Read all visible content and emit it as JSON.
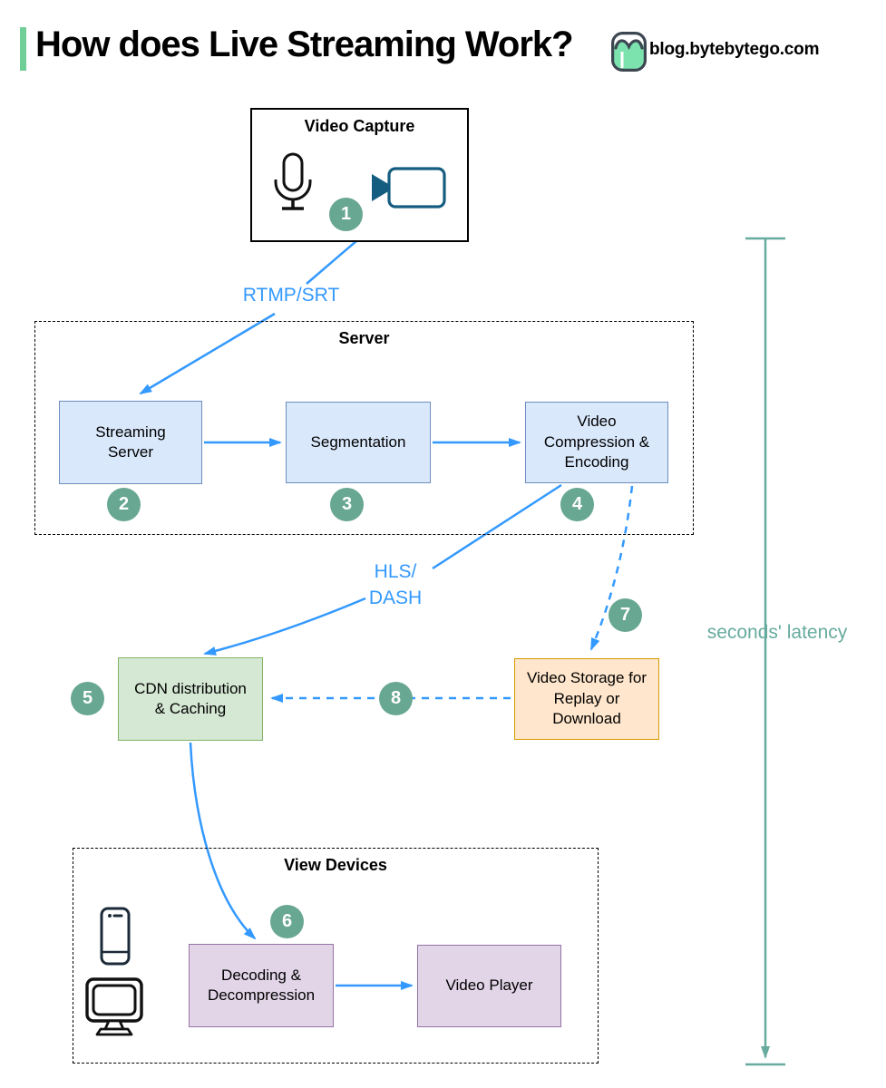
{
  "header": {
    "title": "How does Live Streaming Work?",
    "brand": "blog.bytebytego.com"
  },
  "groups": {
    "capture": "Video Capture",
    "server": "Server",
    "view_devices": "View Devices"
  },
  "nodes": {
    "streaming_server": "Streaming Server",
    "segmentation": "Segmentation",
    "video_compression": "Video Compression & Encoding",
    "cdn": "CDN distribution & Caching",
    "video_storage": "Video Storage for Replay or Download",
    "decoding": "Decoding & Decompression",
    "video_player": "Video Player"
  },
  "edge_labels": {
    "rtmp": "RTMP/SRT",
    "hls_line1": "HLS/",
    "hls_line2": "DASH",
    "latency": "seconds' latency"
  },
  "steps": [
    "1",
    "2",
    "3",
    "4",
    "5",
    "6",
    "7",
    "8"
  ],
  "icons": {
    "logo": "bytebytego-logo",
    "microphone": "microphone-icon",
    "camera": "video-camera-icon",
    "smartphone": "smartphone-icon",
    "monitor": "desktop-monitor-icon"
  },
  "colors": {
    "accent_green": "#6fcf97",
    "arrow_blue": "#3399ff",
    "badge_teal": "#68a791",
    "latency_teal": "#67ab9f",
    "box_blue_fill": "#dae8fc",
    "box_blue_border": "#6c8ebf",
    "box_green_fill": "#d5e8d4",
    "box_green_border": "#82b366",
    "box_orange_fill": "#ffe6cc",
    "box_orange_border": "#d79b00",
    "box_purple_fill": "#e1d5e7",
    "box_purple_border": "#9673a6"
  }
}
